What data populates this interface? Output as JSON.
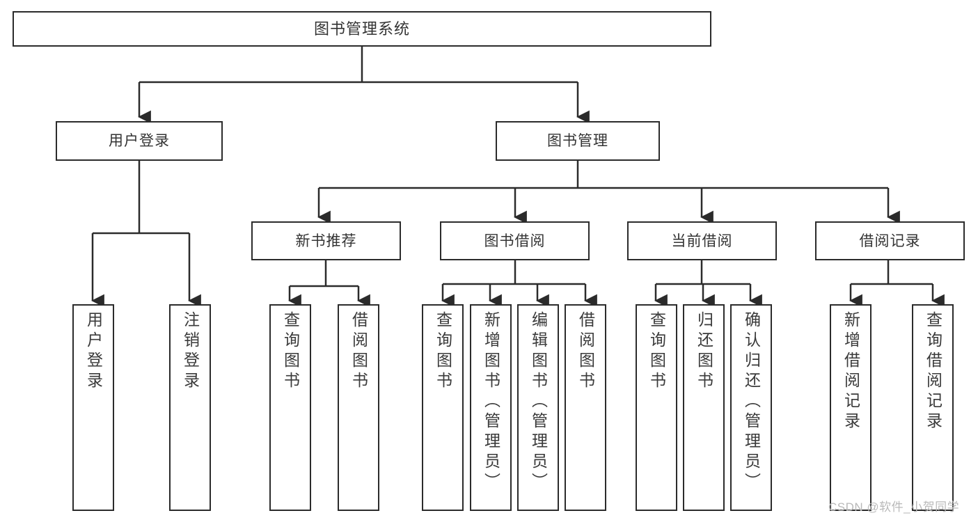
{
  "diagram": {
    "title": "图书管理系统",
    "type": "hierarchy-tree",
    "colors": {
      "box_stroke": "#2b2b2b",
      "box_fill": "#ffffff",
      "text": "#333333",
      "connector": "#2b2b2b",
      "watermark": "#b9b9b9"
    },
    "root": {
      "label": "图书管理系统"
    },
    "level2": [
      {
        "label": "用户登录"
      },
      {
        "label": "图书管理"
      }
    ],
    "level3": [
      {
        "label": "新书推荐"
      },
      {
        "label": "图书借阅"
      },
      {
        "label": "当前借阅"
      },
      {
        "label": "借阅记录"
      }
    ],
    "leaves": {
      "user_login": [
        {
          "label": "用户登录"
        },
        {
          "label": "注销登录"
        }
      ],
      "new_book_recommend": [
        {
          "label": "查询图书"
        },
        {
          "label": "借阅图书"
        }
      ],
      "book_borrow": [
        {
          "label": "查询图书"
        },
        {
          "label": "新增图书（管理员）"
        },
        {
          "label": "编辑图书（管理员）"
        },
        {
          "label": "借阅图书"
        }
      ],
      "current_borrow": [
        {
          "label": "查询图书"
        },
        {
          "label": "归还图书"
        },
        {
          "label": "确认归还（管理员）"
        }
      ],
      "borrow_record": [
        {
          "label": "新增借阅记录"
        },
        {
          "label": "查询借阅记录"
        }
      ]
    },
    "watermark": "CSDN @软件_小贺同学"
  }
}
